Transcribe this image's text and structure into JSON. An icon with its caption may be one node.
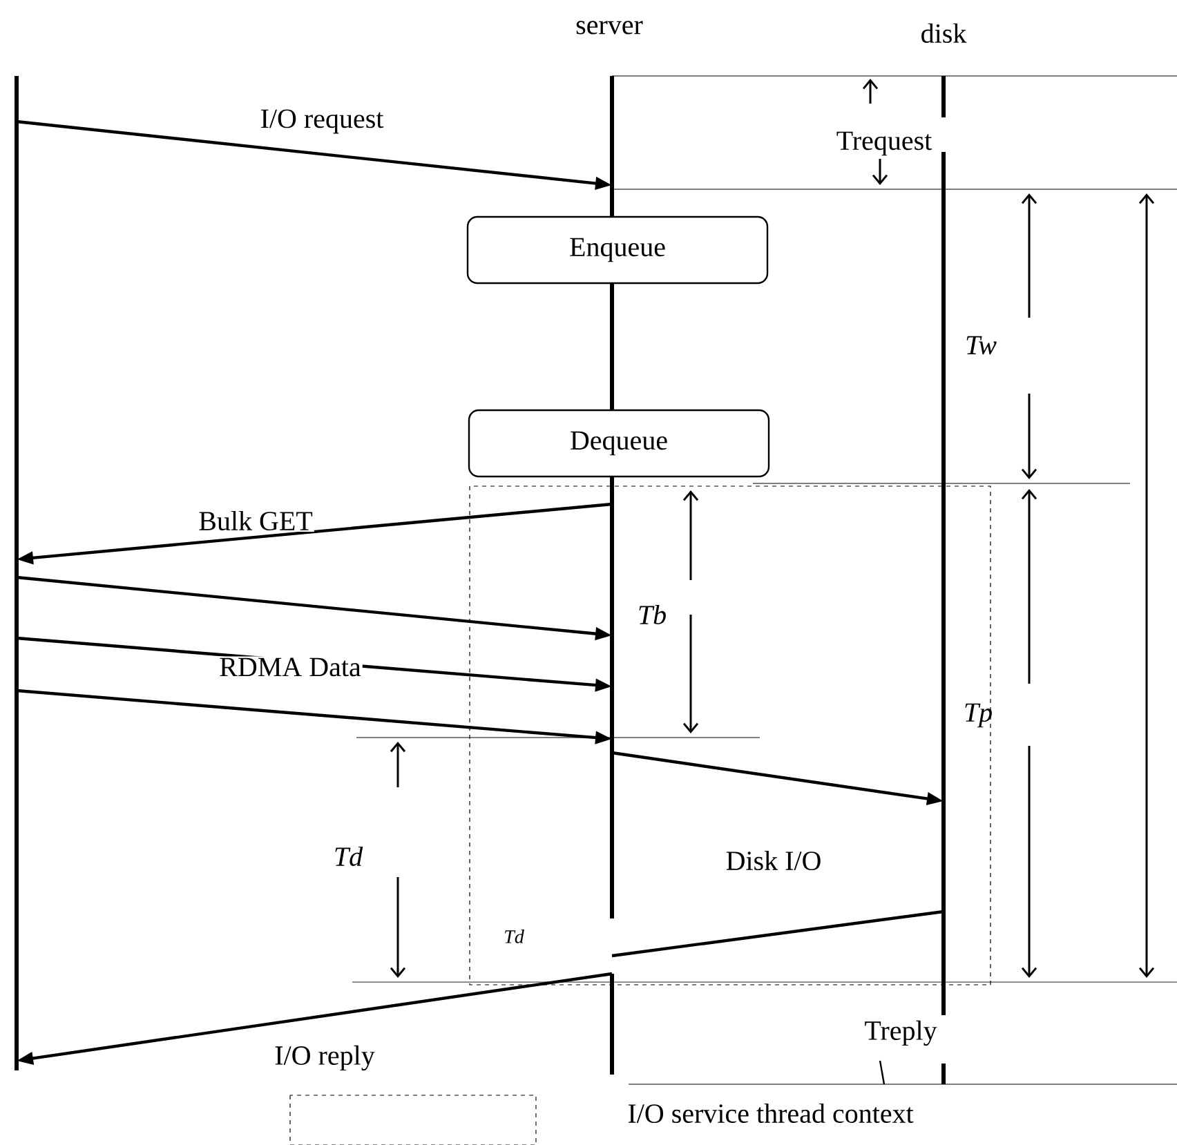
{
  "diagram": {
    "nodes": [
      {
        "text": [],
        "shape": "bar"
      },
      {
        "text": [
          "server"
        ]
      },
      {
        "text": [
          "disk"
        ]
      },
      {
        "text": [
          "Enqueue"
        ]
      },
      {
        "text": [
          "Dequeue"
        ]
      }
    ],
    "edges": [
      {
        "from": 0,
        "to": 1,
        "arrow": "to",
        "label": "I/O request"
      },
      {
        "from": 1,
        "to": 0,
        "arrow": "to",
        "label": "Bulk GET"
      },
      {
        "from": 0,
        "to": 1,
        "arrow": "to"
      },
      {
        "from": 0,
        "to": 1,
        "arrow": "to",
        "label": "RDMA Data"
      },
      {
        "from": 0,
        "to": 1,
        "arrow": "to"
      },
      {
        "from": 1,
        "to": 2,
        "arrow": "to"
      },
      {
        "from": 2,
        "to": 1,
        "arrow": "none"
      },
      {
        "from": 1,
        "to": 0,
        "arrow": "to",
        "label": "I/O reply"
      }
    ],
    "labels": [
      "Trequest",
      "Tw",
      "Tb",
      "Tp",
      "Td",
      "Disk I/O",
      "Td",
      "Treply"
    ],
    "legend": [
      {
        "text": "I/O service thread context"
      }
    ]
  }
}
